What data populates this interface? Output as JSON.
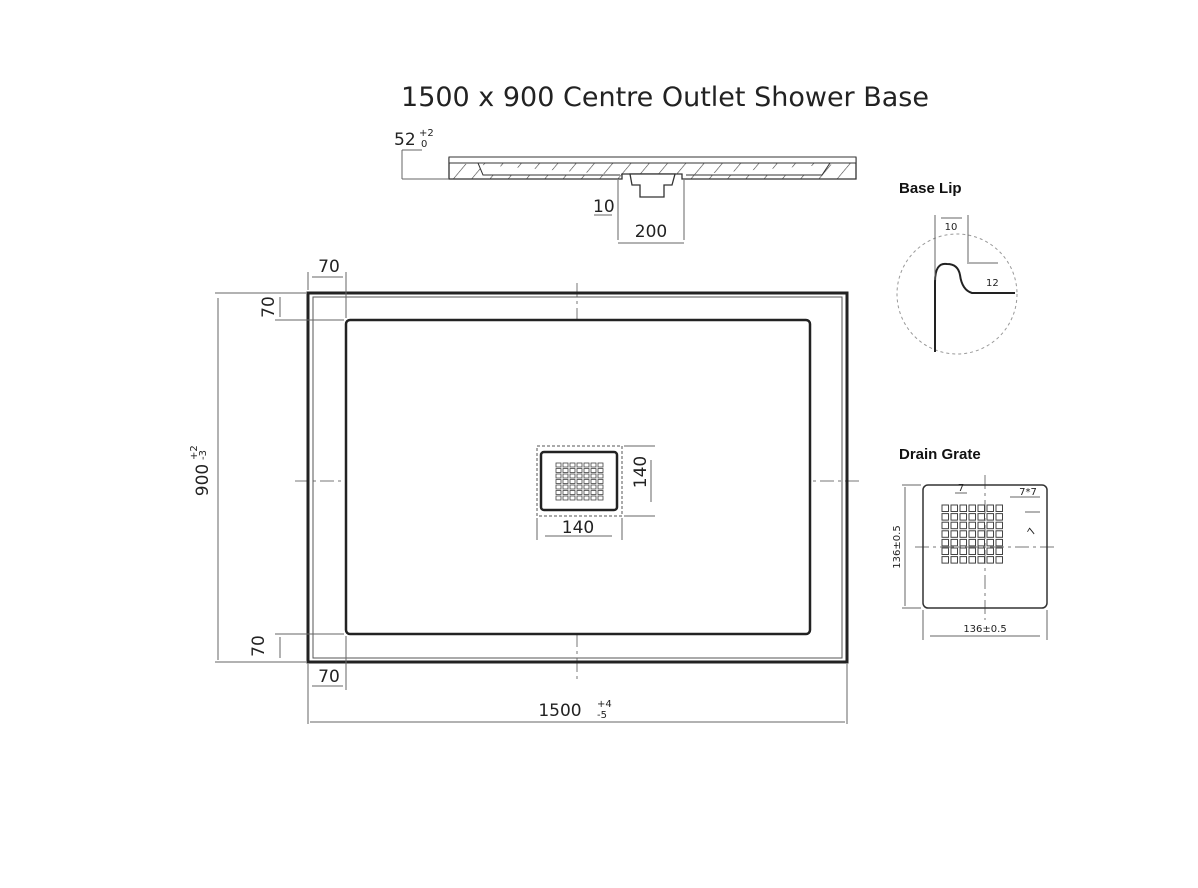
{
  "title": "1500 x 900 Centre Outlet Shower Base",
  "section_view": {
    "height": "52",
    "height_tol_upper": "+2",
    "height_tol_lower": "0",
    "drop": "10",
    "outlet_width": "200"
  },
  "plan_view": {
    "rim_top": "70",
    "rim_left_top": "70",
    "rim_left_bottom": "70",
    "rim_bottom": "70",
    "width": "1500",
    "width_tol_upper": "+4",
    "width_tol_lower": "-5",
    "depth": "900",
    "depth_tol_upper": "+2",
    "depth_tol_lower": "-3",
    "drain_width": "140",
    "drain_height": "140"
  },
  "base_lip": {
    "heading": "Base Lip",
    "width": "10",
    "height": "12"
  },
  "drain_grate": {
    "heading": "Drain Grate",
    "hole": "7",
    "hole_size": "7*7",
    "hole_gap": "7",
    "height": "136±0.5",
    "width": "136±0.5",
    "grid": "7x7"
  }
}
